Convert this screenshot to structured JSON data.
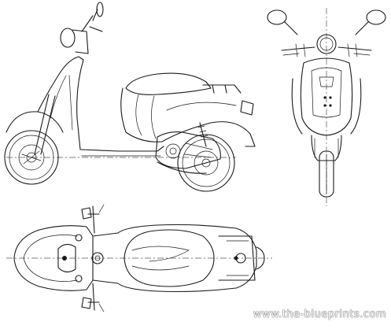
{
  "drawing": {
    "subject": "scooter-blueprint",
    "views": [
      "side-view",
      "front-view",
      "top-view"
    ],
    "colors": {
      "line": "#1a1a1a",
      "background": "#ffffff"
    }
  },
  "watermark": {
    "text": "www.the-blueprints.com"
  }
}
